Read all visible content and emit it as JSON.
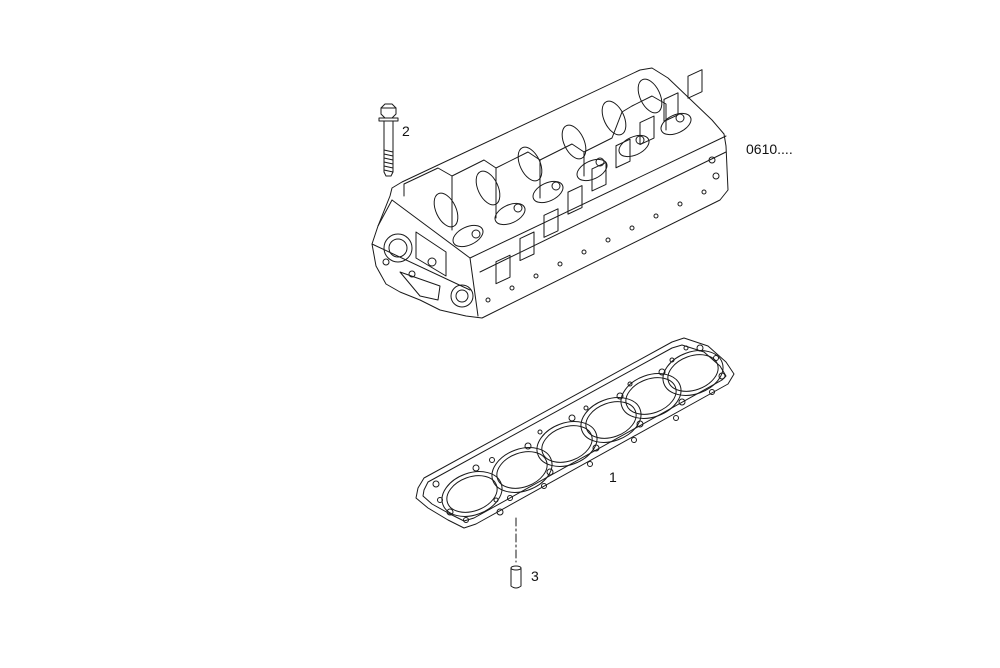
{
  "group_code": "0610....",
  "callouts": [
    {
      "id": "1",
      "part": "cylinder-head-gasket"
    },
    {
      "id": "2",
      "part": "cylinder-head-bolt"
    },
    {
      "id": "3",
      "part": "dowel-pin"
    }
  ],
  "colors": {
    "line": "#1a1a1a",
    "background": "#ffffff"
  }
}
